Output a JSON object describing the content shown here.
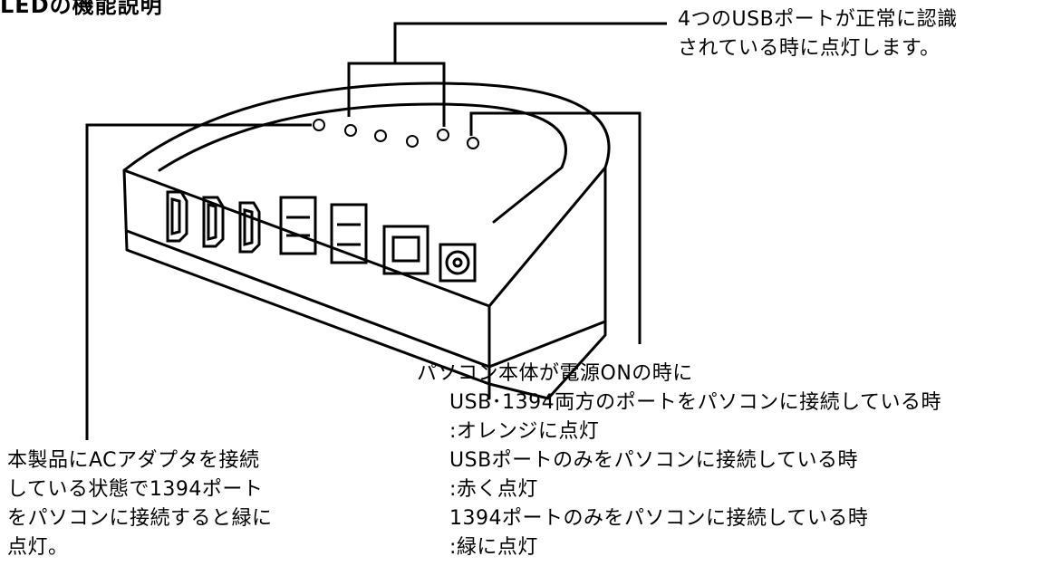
{
  "heading": "LEDの機能説明",
  "callout_top": {
    "line1": "4つのUSBポートが正常に認識",
    "line2": "されている時に点灯します。"
  },
  "callout_right": {
    "line1": "パソコン本体が電源ONの時に",
    "line2": "USB･1394両方のポートをパソコンに接続している時",
    "line3": ":オレンジに点灯",
    "line4": "USBポートのみをパソコンに接続している時",
    "line5": ":赤く点灯",
    "line6": "1394ポートのみをパソコンに接続している時",
    "line7": ":緑に点灯"
  },
  "callout_left": {
    "line1": "本製品にACアダプタを接続",
    "line2": "している状態で1394ポート",
    "line3": "をパソコンに接続すると緑に",
    "line4": "点灯。"
  }
}
